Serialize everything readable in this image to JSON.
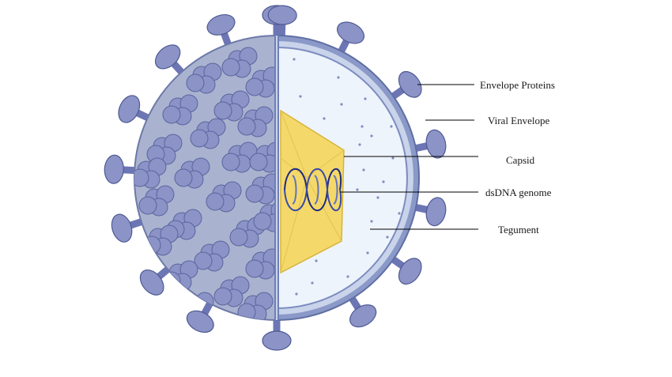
{
  "labels": {
    "envelope_proteins": "Envelope Proteins",
    "viral_envelope": "Viral Envelope",
    "capsid": "Capsid",
    "dsdna_genome": "dsDNA genome",
    "tegument": "Tegument"
  },
  "colors": {
    "background": "#ffffff",
    "envelope": "#8a99c8",
    "interior": "#eef4fc",
    "exterior_surface": "#a9b3cf",
    "protein": "#8b93c7",
    "protein_outline": "#4f5a93",
    "capsid": "#f4d96a",
    "dna": "#1e2a80",
    "leader_line": "#000000"
  }
}
